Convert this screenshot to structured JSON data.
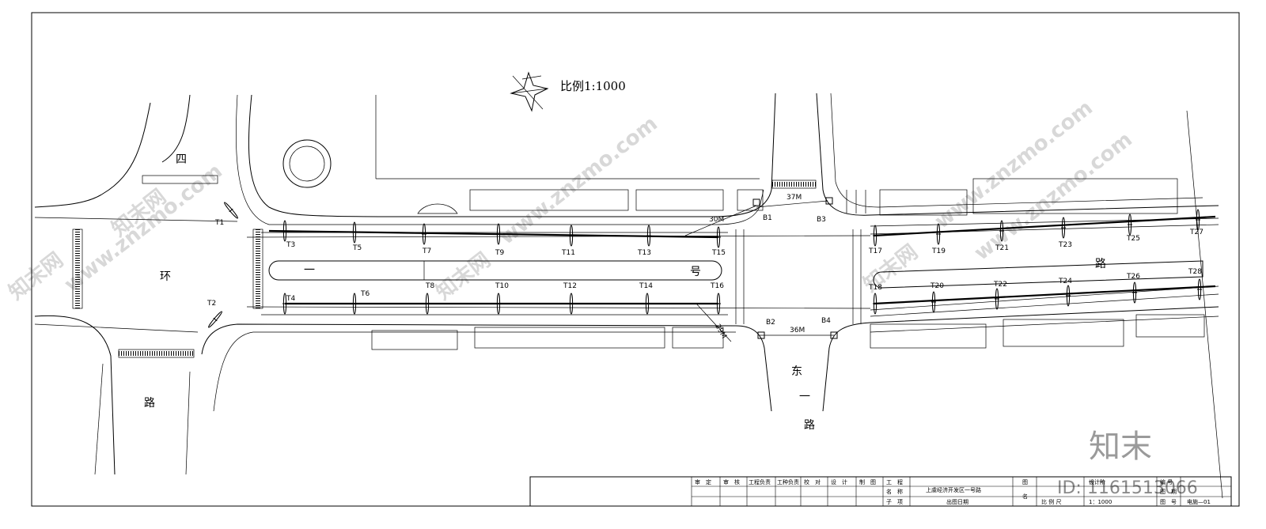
{
  "scale_label": "比例1:1000",
  "road_names": [
    "四",
    "环",
    "路",
    "一",
    "号",
    "路",
    "东",
    "一",
    "路"
  ],
  "cable_lengths": [
    "30M",
    "37M",
    "29M",
    "36M"
  ],
  "boxes": [
    "B1",
    "B2",
    "B3",
    "B4"
  ],
  "lamps": {
    "T1": "T1",
    "T2": "T2",
    "T3": "T3",
    "T4": "T4",
    "T5": "T5",
    "T6": "T6",
    "T7": "T7",
    "T8": "T8",
    "T9": "T9",
    "T10": "T10",
    "T11": "T11",
    "T12": "T12",
    "T13": "T13",
    "T14": "T14",
    "T15": "T15",
    "T16": "T16",
    "T17": "T17",
    "T18": "T18",
    "T19": "T19",
    "T20": "T20",
    "T21": "T21",
    "T22": "T22",
    "T23": "T23",
    "T24": "T24",
    "T25": "T25",
    "T26": "T26",
    "T27": "T27",
    "T28": "T28"
  },
  "title_block": {
    "review": "审　定",
    "check": "审　核",
    "eng_lead": "工程负责",
    "trade_lead": "工种负责",
    "proofread": "校　对",
    "design": "设　计",
    "draw": "制　图",
    "project": "工　程",
    "name": "名　称",
    "subitem": "子　项",
    "project_name": "上虞经济开发区一号路",
    "issue_date": "出图日期",
    "drawing": "图",
    "drawing2": "名",
    "scale": "比 例 尺",
    "scale_value": "1：1000",
    "stage": "设计阶",
    "number": "编 号",
    "date": "图　期",
    "drawing_no": "图　号",
    "drawing_no_value": "电施—01"
  },
  "watermarks": [
    "www.znzmo.com",
    "www.znzmo.com",
    "www.znzmo.com",
    "www.znzmo.com"
  ],
  "watermark_cn": [
    "知末网",
    "知末网",
    "知末网",
    "知末网"
  ],
  "brand": "知末",
  "id_text": "ID: 1161513066"
}
